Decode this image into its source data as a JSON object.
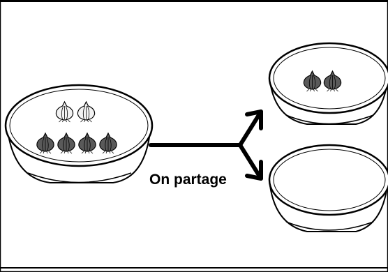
{
  "caption": "On partage",
  "colors": {
    "ink": "#000000",
    "paper": "#ffffff",
    "onion_dark": "#5a5a5a",
    "onion_light": "#f2f2f2"
  },
  "bowls": [
    {
      "name": "source",
      "dark_onions": 4,
      "light_onions": 2
    },
    {
      "name": "top",
      "dark_onions": 2,
      "light_onions": 0
    },
    {
      "name": "bottom",
      "dark_onions": 0,
      "light_onions": 0
    }
  ],
  "icons": {
    "onion": "onion-icon",
    "arrow": "split-arrow-icon"
  }
}
